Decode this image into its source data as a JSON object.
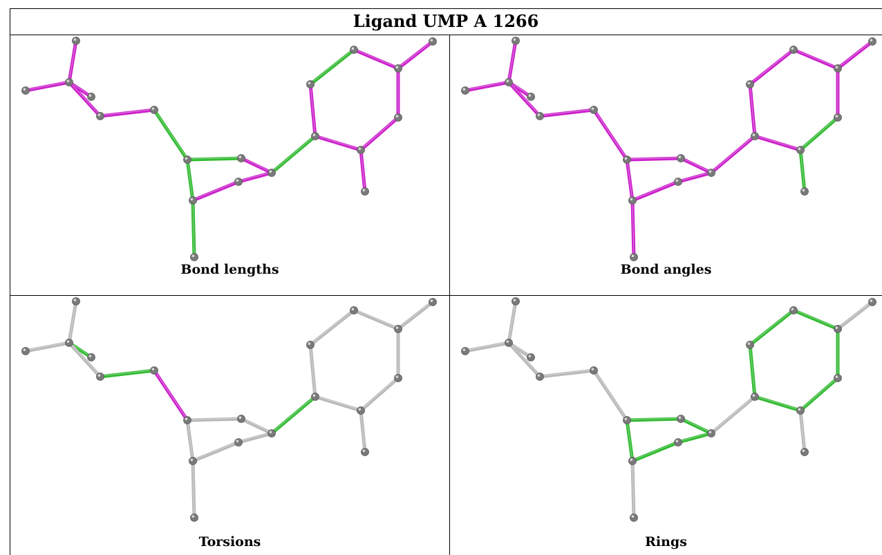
{
  "title": "Ligand UMP A 1266",
  "colors": {
    "magenta": "#cc22cc",
    "green": "#33bb33",
    "grey": "#b8b8b8",
    "atom": "#7a7a7a"
  },
  "atoms": [
    {
      "id": "P"
    },
    {
      "id": "OP1"
    },
    {
      "id": "OP2"
    },
    {
      "id": "OP3"
    },
    {
      "id": "O5'"
    },
    {
      "id": "C5'"
    },
    {
      "id": "C4'"
    },
    {
      "id": "O4'"
    },
    {
      "id": "C1'"
    },
    {
      "id": "C2'"
    },
    {
      "id": "C3'"
    },
    {
      "id": "O3'"
    },
    {
      "id": "N1"
    },
    {
      "id": "C2"
    },
    {
      "id": "O2"
    },
    {
      "id": "N3"
    },
    {
      "id": "C4"
    },
    {
      "id": "O4"
    },
    {
      "id": "C5"
    },
    {
      "id": "C6"
    }
  ],
  "bonds": [
    [
      "P",
      "OP1"
    ],
    [
      "P",
      "OP2"
    ],
    [
      "P",
      "OP3"
    ],
    [
      "P",
      "O5'"
    ],
    [
      "O5'",
      "C5'"
    ],
    [
      "C5'",
      "C4'"
    ],
    [
      "C4'",
      "O4'"
    ],
    [
      "O4'",
      "C1'"
    ],
    [
      "C1'",
      "C2'"
    ],
    [
      "C2'",
      "C3'"
    ],
    [
      "C3'",
      "C4'"
    ],
    [
      "C3'",
      "O3'"
    ],
    [
      "C1'",
      "N1"
    ],
    [
      "N1",
      "C2"
    ],
    [
      "C2",
      "O2"
    ],
    [
      "C2",
      "N3"
    ],
    [
      "N3",
      "C4"
    ],
    [
      "C4",
      "O4"
    ],
    [
      "C4",
      "C5"
    ],
    [
      "C5",
      "C6"
    ],
    [
      "C6",
      "N1"
    ]
  ],
  "panels": [
    {
      "caption": "Bond lengths",
      "bond_colors": [
        "magenta",
        "magenta",
        "magenta",
        "magenta",
        "magenta",
        "green",
        "green",
        "magenta",
        "magenta",
        "magenta",
        "green",
        "green",
        "green",
        "magenta",
        "magenta",
        "magenta",
        "magenta",
        "magenta",
        "magenta",
        "green",
        "magenta"
      ]
    },
    {
      "caption": "Bond angles",
      "bond_colors": [
        "magenta",
        "magenta",
        "magenta",
        "magenta",
        "magenta",
        "magenta",
        "magenta",
        "magenta",
        "magenta",
        "magenta",
        "magenta",
        "magenta",
        "magenta",
        "magenta",
        "green",
        "green",
        "magenta",
        "magenta",
        "magenta",
        "magenta",
        "magenta"
      ]
    },
    {
      "caption": "Torsions",
      "bond_colors": [
        "grey",
        "grey",
        "green",
        "grey",
        "green",
        "magenta",
        "grey",
        "grey",
        "grey",
        "grey",
        "grey",
        "grey",
        "green",
        "grey",
        "grey",
        "grey",
        "grey",
        "grey",
        "grey",
        "grey",
        "grey"
      ]
    },
    {
      "caption": "Rings",
      "bond_colors": [
        "grey",
        "grey",
        "grey",
        "grey",
        "grey",
        "grey",
        "green",
        "green",
        "green",
        "green",
        "green",
        "grey",
        "grey",
        "green",
        "grey",
        "green",
        "green",
        "grey",
        "green",
        "green",
        "green"
      ]
    }
  ]
}
